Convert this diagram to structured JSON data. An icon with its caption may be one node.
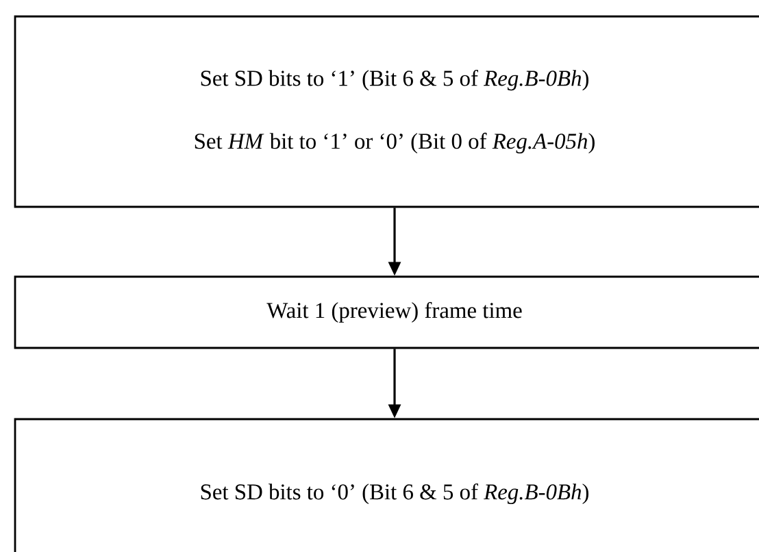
{
  "diagram": {
    "nodes": [
      {
        "text": [
          "Set SD bits to ‘1’ (Bit 6 & 5 of *Reg.B-0Bh*)",
          "Set *HM* bit to ‘1’ or ‘0’ (Bit 0 of *Reg.A-05h*)"
        ]
      },
      {
        "text": [
          "Wait 1 (preview) frame time"
        ]
      },
      {
        "text": [
          "Set SD bits to ‘0’ (Bit 6 & 5 of *Reg.B-0Bh*)"
        ]
      }
    ],
    "edges": [
      {
        "from": 0,
        "to": 1,
        "arrow": "to"
      },
      {
        "from": 1,
        "to": 2,
        "arrow": "to"
      }
    ]
  }
}
